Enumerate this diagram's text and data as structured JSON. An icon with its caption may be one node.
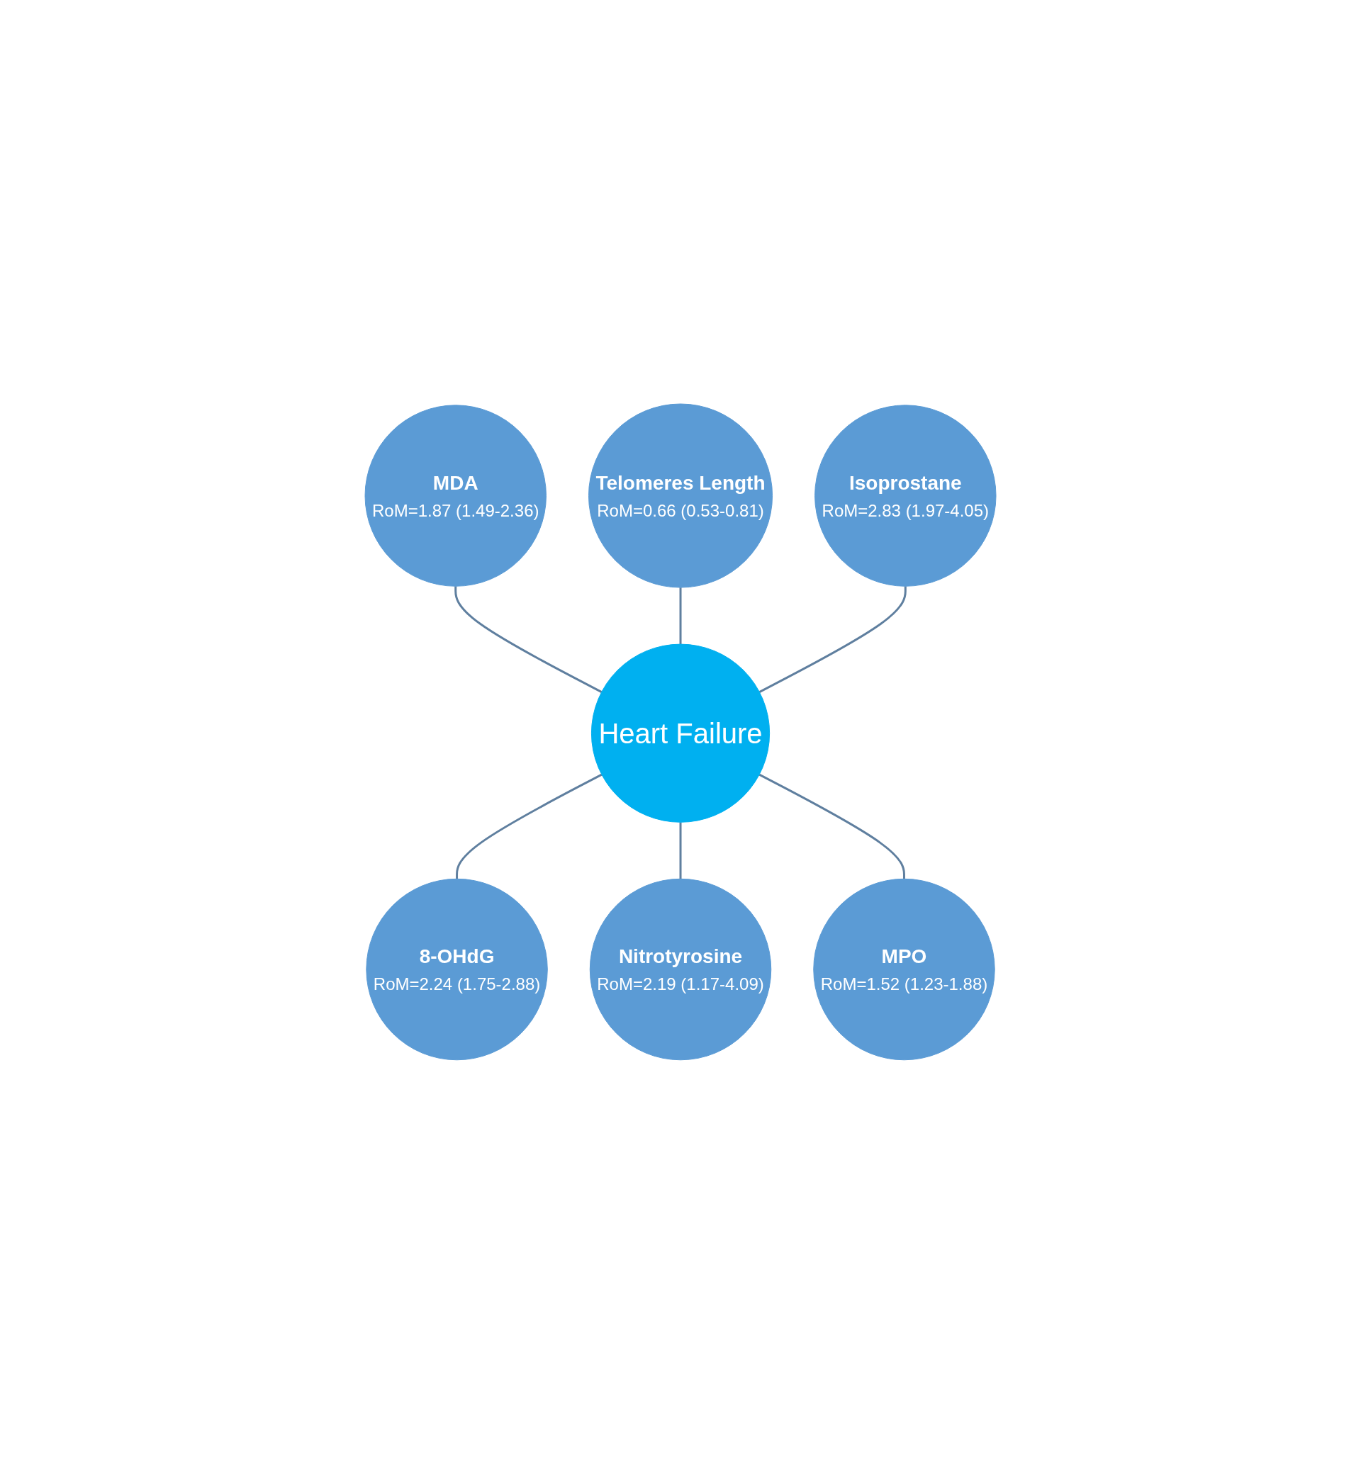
{
  "diagram": {
    "nodes": [
      {
        "text": [
          "MDA",
          "RoM=1.87 (1.49-2.36)"
        ]
      },
      {
        "text": [
          "Telomeres Length",
          "RoM=0.66 (0.53-0.81)"
        ]
      },
      {
        "text": [
          "Isoprostane",
          "RoM=2.83 (1.97-4.05)"
        ]
      },
      {
        "text": [
          "Heart Failure"
        ]
      },
      {
        "text": [
          "8-OHdG",
          "RoM=2.24 (1.75-2.88)"
        ]
      },
      {
        "text": [
          "Nitrotyrosine",
          "RoM=2.19 (1.17-4.09)"
        ]
      },
      {
        "text": [
          "MPO",
          "RoM=1.52 (1.23-1.88)"
        ]
      }
    ],
    "edges": [
      {
        "from": 0,
        "to": 3,
        "arrow": "none"
      },
      {
        "from": 1,
        "to": 3,
        "arrow": "none"
      },
      {
        "from": 2,
        "to": 3,
        "arrow": "none"
      },
      {
        "from": 3,
        "to": 4,
        "arrow": "none"
      },
      {
        "from": 3,
        "to": 5,
        "arrow": "none"
      },
      {
        "from": 3,
        "to": 6,
        "arrow": "none"
      }
    ]
  }
}
